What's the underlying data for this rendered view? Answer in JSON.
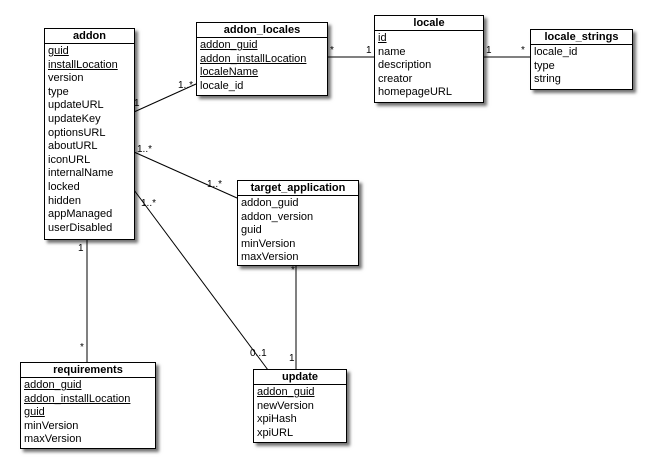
{
  "entities": {
    "addon": {
      "name": "addon",
      "attributes": [
        {
          "name": "guid",
          "key": true
        },
        {
          "name": "installLocation",
          "key": true
        },
        {
          "name": "version",
          "key": false
        },
        {
          "name": "type",
          "key": false
        },
        {
          "name": "updateURL",
          "key": false
        },
        {
          "name": "updateKey",
          "key": false
        },
        {
          "name": "optionsURL",
          "key": false
        },
        {
          "name": "aboutURL",
          "key": false
        },
        {
          "name": "iconURL",
          "key": false
        },
        {
          "name": "internalName",
          "key": false
        },
        {
          "name": "locked",
          "key": false
        },
        {
          "name": "hidden",
          "key": false
        },
        {
          "name": "appManaged",
          "key": false
        },
        {
          "name": "userDisabled",
          "key": false
        }
      ]
    },
    "addon_locales": {
      "name": "addon_locales",
      "attributes": [
        {
          "name": "addon_guid",
          "key": true
        },
        {
          "name": "addon_installLocation",
          "key": true
        },
        {
          "name": "localeName",
          "key": true
        },
        {
          "name": "locale_id",
          "key": false
        }
      ]
    },
    "locale": {
      "name": "locale",
      "attributes": [
        {
          "name": "id",
          "key": true
        },
        {
          "name": "name",
          "key": false
        },
        {
          "name": "description",
          "key": false
        },
        {
          "name": "creator",
          "key": false
        },
        {
          "name": "homepageURL",
          "key": false
        }
      ]
    },
    "locale_strings": {
      "name": "locale_strings",
      "attributes": [
        {
          "name": "locale_id",
          "key": false
        },
        {
          "name": "type",
          "key": false
        },
        {
          "name": "string",
          "key": false
        }
      ]
    },
    "target_application": {
      "name": "target_application",
      "attributes": [
        {
          "name": "addon_guid",
          "key": false
        },
        {
          "name": "addon_version",
          "key": false
        },
        {
          "name": "guid",
          "key": false
        },
        {
          "name": "minVersion",
          "key": false
        },
        {
          "name": "maxVersion",
          "key": false
        }
      ]
    },
    "requirements": {
      "name": "requirements",
      "attributes": [
        {
          "name": "addon_guid",
          "key": true
        },
        {
          "name": "addon_installLocation",
          "key": true
        },
        {
          "name": "guid",
          "key": true
        },
        {
          "name": "minVersion",
          "key": false
        },
        {
          "name": "maxVersion",
          "key": false
        }
      ]
    },
    "update": {
      "name": "update",
      "attributes": [
        {
          "name": "addon_guid",
          "key": true
        },
        {
          "name": "newVersion",
          "key": false
        },
        {
          "name": "xpiHash",
          "key": false
        },
        {
          "name": "xpiURL",
          "key": false
        }
      ]
    }
  },
  "relationships": [
    {
      "from": "addon",
      "to": "addon_locales",
      "from_mult": "1",
      "to_mult": "1..*"
    },
    {
      "from": "addon_locales",
      "to": "locale",
      "from_mult": "*",
      "to_mult": "1"
    },
    {
      "from": "locale",
      "to": "locale_strings",
      "from_mult": "1",
      "to_mult": "*"
    },
    {
      "from": "addon",
      "to": "target_application",
      "from_mult": "1..*",
      "to_mult": "1..*"
    },
    {
      "from": "addon",
      "to": "update",
      "from_mult": "1..*",
      "to_mult": "0..1"
    },
    {
      "from": "addon",
      "to": "requirements",
      "from_mult": "1",
      "to_mult": "*"
    },
    {
      "from": "target_application",
      "to": "update",
      "from_mult": "*",
      "to_mult": "1"
    }
  ]
}
